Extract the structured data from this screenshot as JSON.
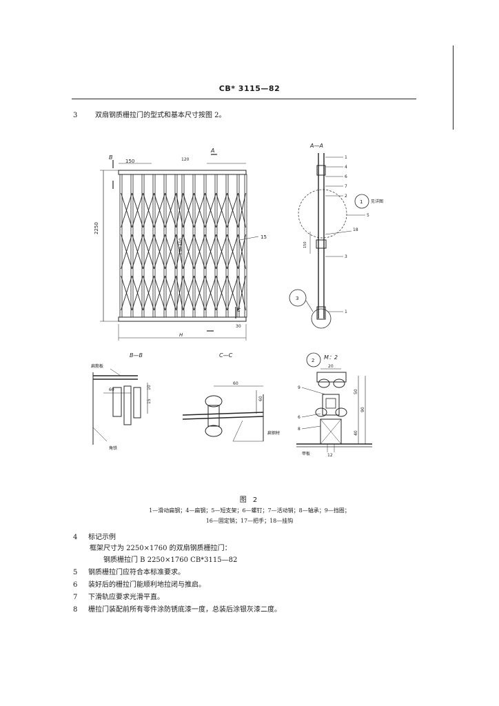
{
  "header": {
    "standard_code": "CB* 3115—82"
  },
  "section3": {
    "num": "3",
    "text": "双扇钢质栅拉门的型式和基本尺寸按图 2。"
  },
  "figure": {
    "section_labels": {
      "aa": "A—A",
      "bb": "B—B",
      "cc": "C—C",
      "detail_m": "M：2"
    },
    "main_view": {
      "dim_height": "2250",
      "dim_top": "150",
      "dim_pitch": "120",
      "dim_mid": "150 150",
      "dim_bottom": "30",
      "label_b": "B",
      "label_a": "A",
      "label_c": "C",
      "label_h": "H",
      "part_15": "15"
    },
    "aa_view": {
      "parts": [
        "1",
        "4",
        "6",
        "7",
        "2",
        "5",
        "3",
        "18",
        "1"
      ],
      "circle_1": "1",
      "circle_3": "3",
      "note_1": "见详图",
      "dim_150": "150"
    },
    "bb_view": {
      "label": "扁筋板",
      "dim_60": "60",
      "dim_15": "15",
      "dim_10": "10",
      "bottom_label": "角铁"
    },
    "cc_view": {
      "dim_60a": "60",
      "dim_60b": "60",
      "label": "扁钢材"
    },
    "detail_view": {
      "circle": "2",
      "dim_20": "20",
      "dim_50": "50",
      "dim_90": "90",
      "dim_40": "40",
      "dim_12": "12",
      "part_9": "9",
      "part_6": "6",
      "part_8": "8",
      "bottom_label": "甲板"
    }
  },
  "caption": "图 2",
  "legend": {
    "line1": "1—滑动扁钢；4—扁钢；5—短支架；6—螺钉；7—活动销；8—轴承；9—挡圈；",
    "line2": "16—固定销；17—把手；18—挂钩"
  },
  "sections": [
    {
      "num": "4",
      "text": "标记示例"
    },
    {
      "num": "",
      "text": "框架尺寸为 2250×1760 的双扇钢质栅拉门："
    },
    {
      "num": "",
      "text": "钢质栅拉门  B  2250×1760  CB*3115—82"
    },
    {
      "num": "5",
      "text": "钢质栅拉门应符合本标准要求。"
    },
    {
      "num": "6",
      "text": "装好后的栅拉门能顺利地拉闭与推启。"
    },
    {
      "num": "7",
      "text": "下滑轨应要求光滑平直。"
    },
    {
      "num": "8",
      "text": "栅拉门装配前所有零件涂防锈底漆一度，总装后涂银灰漆二度。"
    }
  ]
}
